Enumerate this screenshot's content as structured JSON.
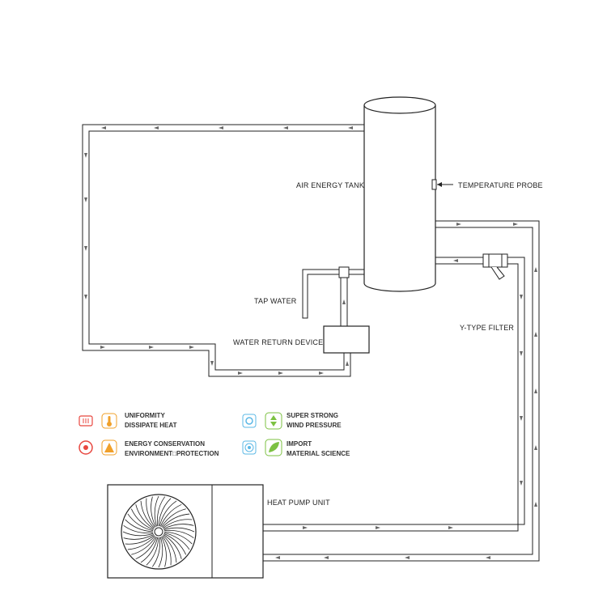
{
  "labels": {
    "tank": "AIR ENERGY TANK",
    "probe": "TEMPERATURE PROBE",
    "tap": "TAP WATER",
    "return_device": "WATER RETURN DEVICE",
    "filter": "Y-TYPE FILTER",
    "heat_pump": "HEAT PUMP UNIT"
  },
  "features": [
    {
      "line1": "UNIFORMITY",
      "line2": "DISSIPATE HEAT",
      "icon1": "radiator-icon",
      "icon2": "thermometer-icon",
      "color1": "#e8473f",
      "color2": "#f0a02a"
    },
    {
      "line1": "SUPER STRONG",
      "line2": "WIND PRESSURE",
      "icon1": "fan-icon",
      "icon2": "pressure-icon",
      "color1": "#5bb8e6",
      "color2": "#7cc142"
    },
    {
      "line1": "ENERGY CONSERVATION",
      "line2": "ENVIRONMENT□PROTECTION",
      "icon1": "recycle-icon",
      "icon2": "leaf-triangle-icon",
      "color1": "#e8473f",
      "color2": "#f0a02a"
    },
    {
      "line1": "IMPORT",
      "line2": "MATERIAL SCIENCE",
      "icon1": "target-icon",
      "icon2": "leaf-icon",
      "color1": "#5bb8e6",
      "color2": "#7cc142"
    }
  ]
}
